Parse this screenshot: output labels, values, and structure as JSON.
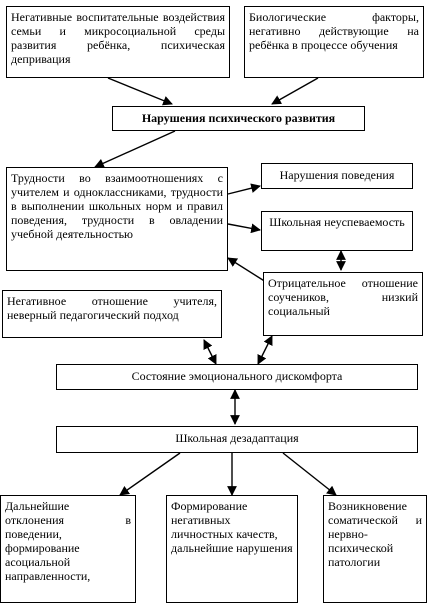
{
  "boxes": {
    "negative_family": "Негативные воспитательные воздействия семьи и микросоциальной среды развития ребёнка, психическая депривация",
    "biological": "Биологические факторы, негативно действующие на ребёнка в процессе обучения",
    "disorders_mental": "Нарушения психического развития",
    "difficulties": "Трудности во взаимоотношениях с учителем и одноклассниками, трудности в выполнении школьных норм и правил поведения, трудности в овладении учебной деятельностью",
    "behavior_disorders": "Нарушения поведения",
    "school_failure": "Школьная неуспеваемость",
    "negative_peers": "Отрицательное отношение соучеников, низкий социальный",
    "negative_teacher": "Негативное отношение учителя, неверный педагогический подход",
    "discomfort": "Состояние эмоционального дискомфорта",
    "maladaptation": "Школьная дезадаптация",
    "further_deviations": "Дальнейшие отклонения в поведении, формирование асоциальной направленности,",
    "negative_qualities": "Формирование негативных личностных качеств, дальнейшие нарушения",
    "somatic": "Возникновение соматической и нервно-психической патологии"
  }
}
